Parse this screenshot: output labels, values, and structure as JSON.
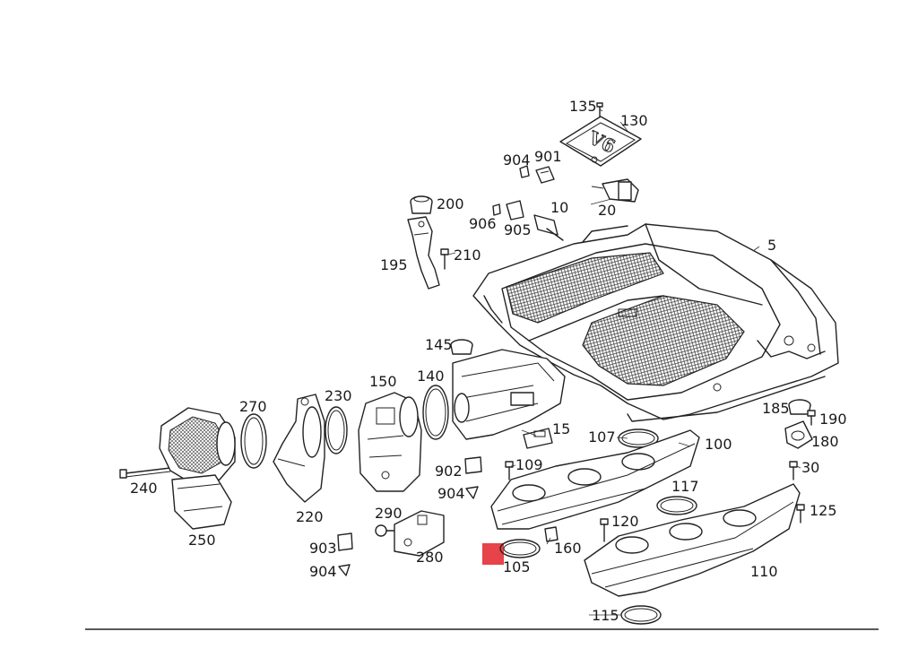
{
  "diagram": {
    "highlight_color": "#e01a22",
    "line_color": "#222222",
    "part_labels": [
      {
        "id": "135",
        "text": "135"
      },
      {
        "id": "130",
        "text": "130"
      },
      {
        "id": "904-top",
        "text": "904"
      },
      {
        "id": "901",
        "text": "901"
      },
      {
        "id": "20",
        "text": "20"
      },
      {
        "id": "200",
        "text": "200"
      },
      {
        "id": "10",
        "text": "10"
      },
      {
        "id": "906",
        "text": "906"
      },
      {
        "id": "905",
        "text": "905"
      },
      {
        "id": "5",
        "text": "5"
      },
      {
        "id": "210",
        "text": "210"
      },
      {
        "id": "195",
        "text": "195"
      },
      {
        "id": "145",
        "text": "145"
      },
      {
        "id": "150",
        "text": "150"
      },
      {
        "id": "140",
        "text": "140"
      },
      {
        "id": "270",
        "text": "270"
      },
      {
        "id": "230",
        "text": "230"
      },
      {
        "id": "185",
        "text": "185"
      },
      {
        "id": "190",
        "text": "190"
      },
      {
        "id": "180",
        "text": "180"
      },
      {
        "id": "15",
        "text": "15"
      },
      {
        "id": "107",
        "text": "107"
      },
      {
        "id": "100",
        "text": "100"
      },
      {
        "id": "902",
        "text": "902"
      },
      {
        "id": "109",
        "text": "109"
      },
      {
        "id": "30",
        "text": "30"
      },
      {
        "id": "904-mid",
        "text": "904"
      },
      {
        "id": "117",
        "text": "117"
      },
      {
        "id": "240",
        "text": "240"
      },
      {
        "id": "220",
        "text": "220"
      },
      {
        "id": "290",
        "text": "290"
      },
      {
        "id": "125",
        "text": "125"
      },
      {
        "id": "120",
        "text": "120"
      },
      {
        "id": "250",
        "text": "250"
      },
      {
        "id": "903",
        "text": "903"
      },
      {
        "id": "160",
        "text": "160"
      },
      {
        "id": "280",
        "text": "280"
      },
      {
        "id": "105",
        "text": "105"
      },
      {
        "id": "110",
        "text": "110"
      },
      {
        "id": "904-bot",
        "text": "904"
      },
      {
        "id": "115",
        "text": "115"
      }
    ],
    "cover_emblem": "V6"
  }
}
